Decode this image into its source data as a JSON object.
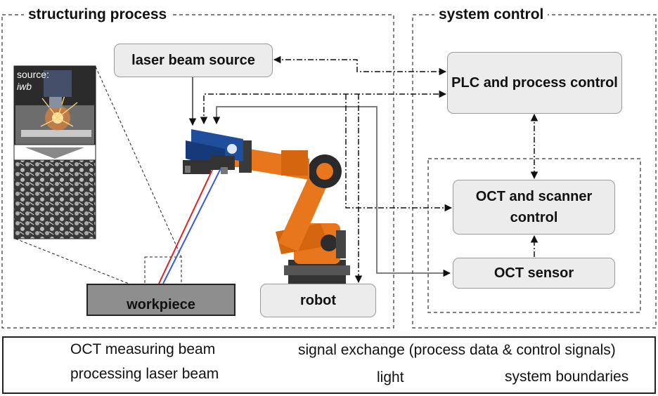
{
  "sections": {
    "structuring": "structuring process",
    "control": "system control"
  },
  "boxes": {
    "laser_source": "laser beam source",
    "plc": "PLC and process control",
    "oct_scanner": "OCT and scanner control",
    "oct_sensor": "OCT sensor",
    "robot": "robot",
    "workpiece": "workpiece"
  },
  "photo": {
    "source_label": "source:",
    "source_name": "iwb"
  },
  "legend": {
    "oct_beam": "OCT measuring beam",
    "laser_beam": "processing laser beam",
    "signal": "signal exchange (process data & control signals)",
    "light": "light",
    "boundaries": "system boundaries"
  },
  "colors": {
    "oct_beam": "#3b5bdb",
    "laser_beam": "#e02020",
    "robot_orange": "#e8761c",
    "head_blue": "#1f4e9c"
  }
}
